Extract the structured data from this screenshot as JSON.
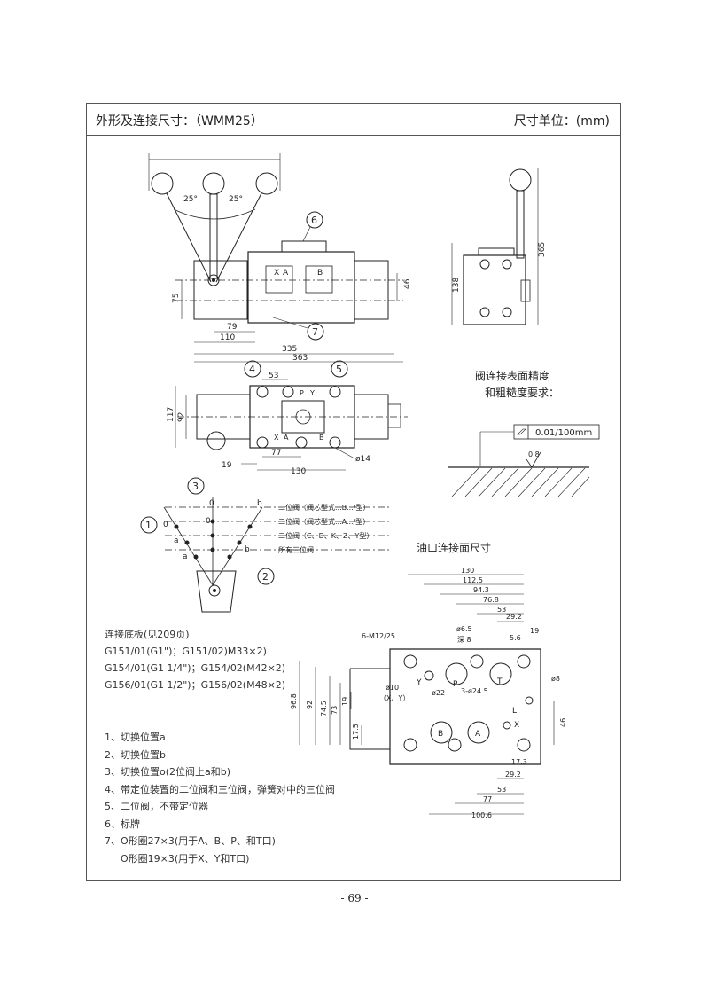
{
  "header": {
    "title": "外形及连接尺寸：（WMM25）",
    "unit": "尺寸单位：(mm)"
  },
  "dims_front": {
    "angle_left": "25°",
    "angle_right": "25°",
    "d75": "75",
    "d79": "79",
    "d110": "110",
    "d335": "335",
    "d363": "363",
    "d46": "46"
  },
  "dims_side": {
    "d138": "138",
    "d365": "365"
  },
  "dims_top": {
    "d53": "53",
    "d117": "117",
    "d92": "92",
    "d19": "19",
    "d77": "77",
    "d130": "130",
    "hole": "ø14",
    "port_x": "X",
    "port_a": "A",
    "port_b": "B",
    "port_y": "Y",
    "port_p": "P"
  },
  "callouts": [
    "1",
    "2",
    "3",
    "4",
    "5",
    "6",
    "7"
  ],
  "surface": {
    "heading_line1": "阀连接表面精度",
    "heading_line2": "和粗糙度要求：",
    "flatness": "0.01/100mm",
    "roughness": "0.8"
  },
  "positions": {
    "labels": [
      "二位阀（阀芯型式...B.../型）",
      "二位阀（阀芯型式...A.../型）",
      "二位阀（C、D、K、Z、Y型）",
      "所有三位阀"
    ],
    "a": "a",
    "b": "b",
    "o": "0"
  },
  "port_face": {
    "heading": "油口连接面尺寸",
    "dims": {
      "d130": "130",
      "d1125": "112.5",
      "d943": "94.3",
      "d768": "76.8",
      "d53": "53",
      "d292": "29.2",
      "d19": "19",
      "d56": "5.6",
      "screws": "6-M12/25",
      "d65": "ø6.5",
      "deep": "深 8",
      "d10": "ø10",
      "xy": "（X、Y）",
      "d22": "ø22",
      "d245": "3-ø24.5",
      "d8": "ø8",
      "d968": "96.8",
      "d92": "92",
      "d745": "74.5",
      "d73": "73",
      "d19v": "19",
      "d175": "17.5",
      "d46": "46",
      "d173": "17.3",
      "d292b": "29.2",
      "d53b": "53",
      "d77": "77",
      "d1006": "100.6"
    },
    "ports": [
      "Y",
      "P",
      "T",
      "X",
      "B",
      "A",
      "L",
      "X"
    ]
  },
  "plates": {
    "heading": "连接底板(见209页)",
    "rows": [
      "G151/01(G1\")；G151/02)M33×2)",
      "G154/01(G1 1/4\")；G154/02(M42×2)",
      "G156/01(G1 1/2\")；G156/02(M48×2)"
    ]
  },
  "legend": [
    "1、切换位置a",
    "2、切换位置b",
    "3、切换位置o(2位阀上a和b)",
    "4、带定位装置的二位阀和三位阀，弹簧对中的三位阀",
    "5、二位阀，不带定位器",
    "6、标牌",
    "7、O形圈27×3(用于A、B、P、和T口)",
    "O形圈19×3(用于X、Y和T口)"
  ],
  "page_number": "- 69 -"
}
